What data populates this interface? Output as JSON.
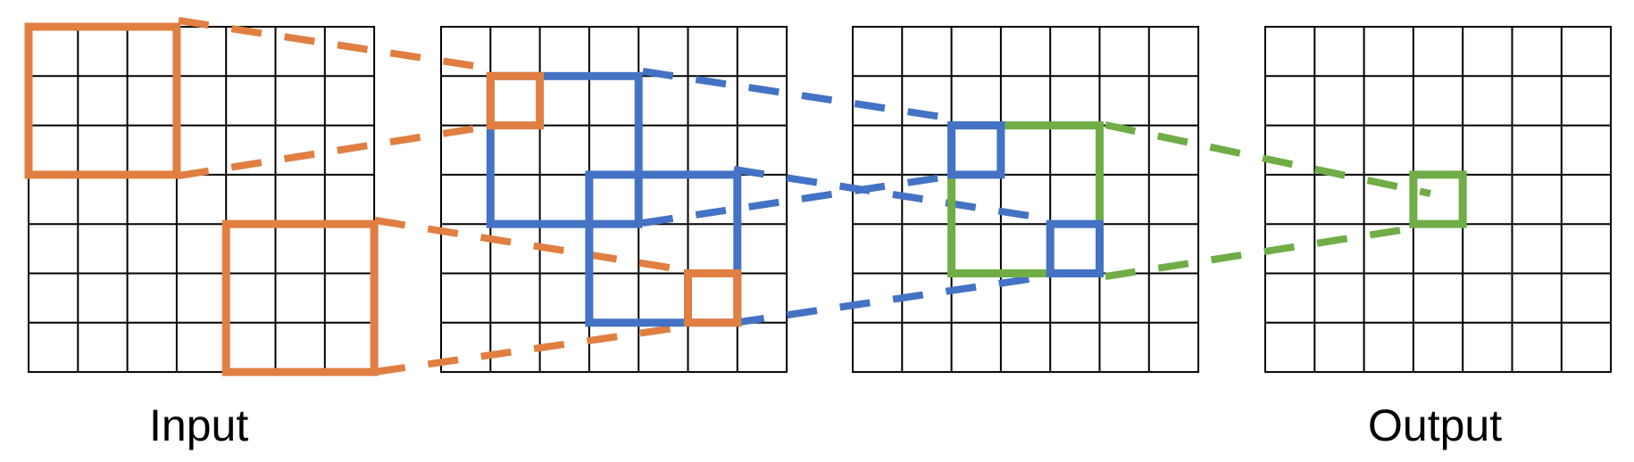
{
  "captions": {
    "input": "Input",
    "output": "Output"
  },
  "grid": {
    "rows": 7,
    "cols": 7,
    "count": 4
  },
  "colors": {
    "orange": "#E07F41",
    "blue": "#4472C4",
    "green": "#70AD47",
    "grid_line": "#000000",
    "background": "#FFFFFF"
  }
}
